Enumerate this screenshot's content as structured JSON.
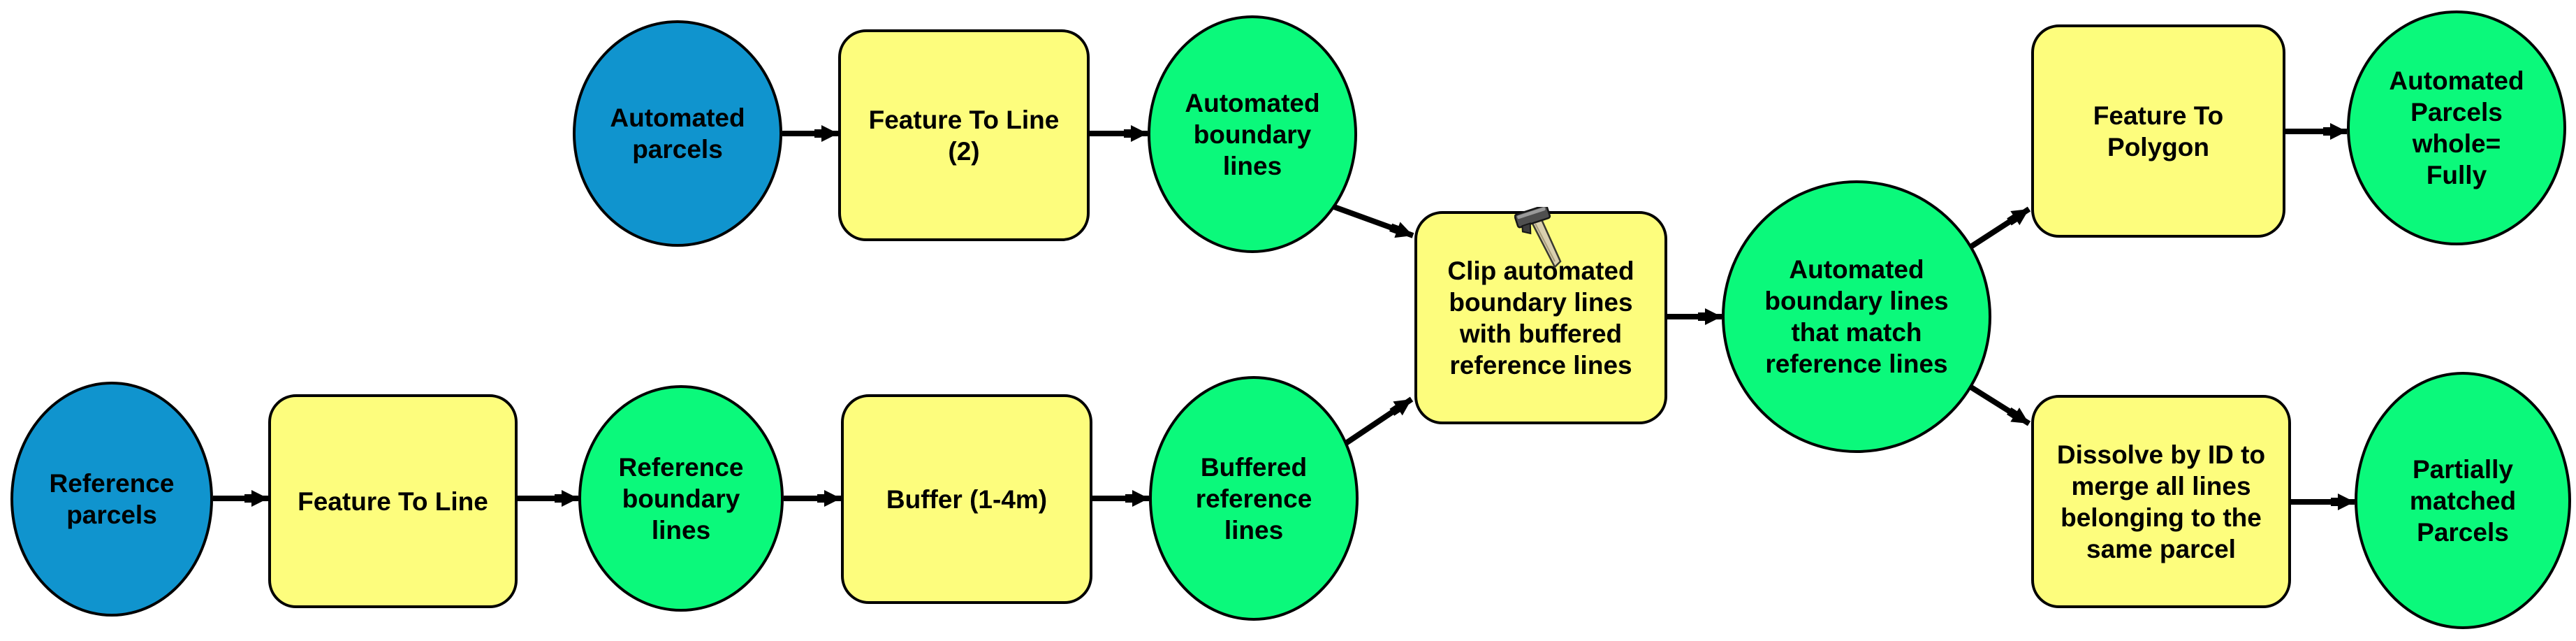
{
  "diagram": {
    "tool": "ModelBuilder flowchart",
    "colors": {
      "input": "#1094ce",
      "process": "#fdfd7d",
      "output": "#0bf97b",
      "connector": "#000000"
    },
    "nodes": [
      {
        "id": "reference-parcels",
        "type": "input",
        "label": "Reference\nparcels"
      },
      {
        "id": "feature-to-line",
        "type": "process",
        "label": "Feature To Line"
      },
      {
        "id": "reference-boundary-lines",
        "type": "output",
        "label": "Reference\nboundary\nlines"
      },
      {
        "id": "buffer-1-4m",
        "type": "process",
        "label": "Buffer (1-4m)"
      },
      {
        "id": "buffered-reference-lines",
        "type": "output",
        "label": "Buffered\nreference\nlines"
      },
      {
        "id": "automated-parcels",
        "type": "input",
        "label": "Automated\nparcels"
      },
      {
        "id": "feature-to-line-2",
        "type": "process",
        "label": "Feature To Line\n(2)"
      },
      {
        "id": "automated-boundary-lines",
        "type": "output",
        "label": "Automated\nboundary\nlines"
      },
      {
        "id": "clip-automated",
        "type": "process",
        "label": "Clip automated\nboundary lines\nwith buffered\nreference lines"
      },
      {
        "id": "matched-lines",
        "type": "output",
        "label": "Automated\nboundary lines\nthat match\nreference lines"
      },
      {
        "id": "feature-to-polygon",
        "type": "process",
        "label": "Feature To\nPolygon"
      },
      {
        "id": "automated-parcels-whole",
        "type": "output",
        "label": "Automated\nParcels\nwhole=\nFully"
      },
      {
        "id": "dissolve-by-id",
        "type": "process",
        "label": "Dissolve by ID to\nmerge all lines\nbelonging to the\nsame parcel"
      },
      {
        "id": "partially-matched-parcels",
        "type": "output",
        "label": "Partially\nmatched\nParcels"
      }
    ],
    "cursor": {
      "name": "hammer-cursor"
    }
  }
}
